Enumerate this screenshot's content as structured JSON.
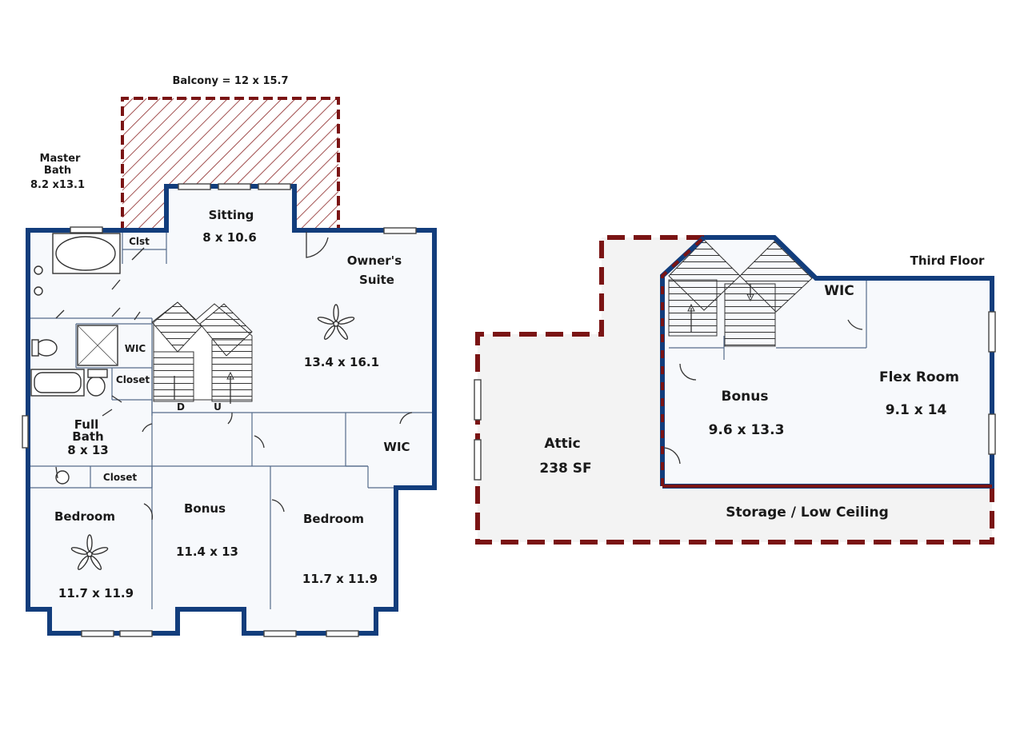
{
  "second_floor": {
    "balcony": "Balcony = 12 x 15.7",
    "master_bath": [
      "Master",
      "Bath",
      "8.2 x13.1"
    ],
    "sitting": [
      "Sitting",
      "8 x 10.6"
    ],
    "clst": "Clst",
    "owners_suite": [
      "Owner's",
      "Suite",
      "13.4 x 16.1"
    ],
    "wic_left": "WIC",
    "closet_bath": "Closet",
    "stair_down": "D",
    "stair_up": "U",
    "full_bath": [
      "Full",
      "Bath",
      "8 x 13"
    ],
    "wic_right": "WIC",
    "closet_bottom": "Closet",
    "bedroom_left": [
      "Bedroom",
      "11.7 x 11.9"
    ],
    "bonus": [
      "Bonus",
      "11.4 x 13"
    ],
    "bedroom_right": [
      "Bedroom",
      "11.7 x 11.9"
    ]
  },
  "third_floor": {
    "title": "Third Floor",
    "wic": "WIC",
    "attic": [
      "Attic",
      "238 SF"
    ],
    "bonus": [
      "Bonus",
      "9.6 x 13.3"
    ],
    "flex_room": [
      "Flex Room",
      "9.1 x 14"
    ],
    "storage": "Storage / Low Ceiling"
  },
  "colors": {
    "wall": "#123d7c",
    "dashed_outline": "#7a1414",
    "interior": "#f7f9fc"
  }
}
